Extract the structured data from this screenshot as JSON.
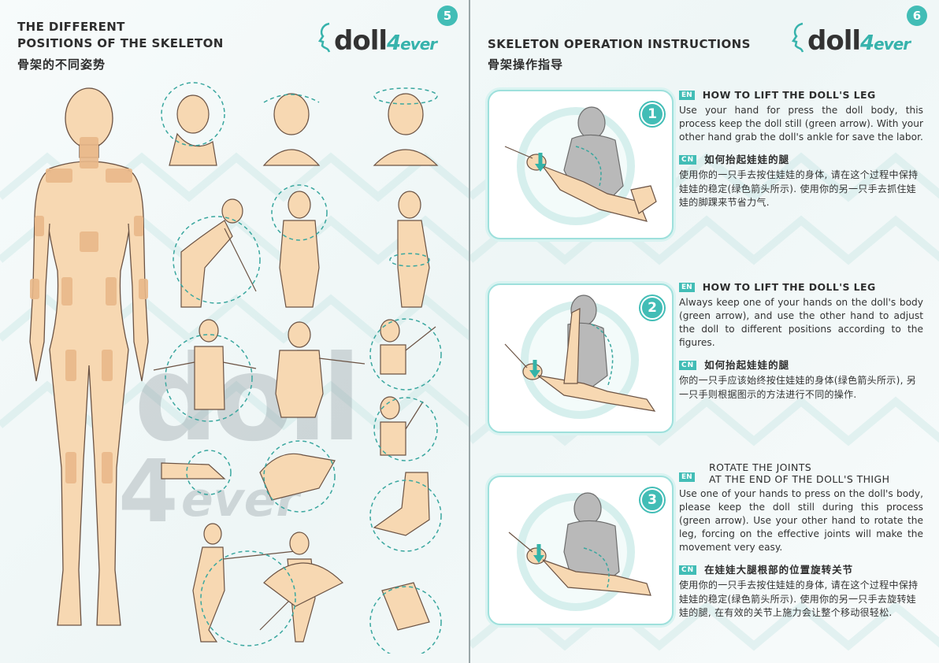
{
  "colors": {
    "accent": "#42bdb6",
    "skin": "#f7d8b2",
    "skin_stroke": "#6b5344",
    "tape": "#e9b889",
    "dash": "#3aa79f"
  },
  "left": {
    "title_line1": "THE DIFFERENT",
    "title_line2": "POSITIONS OF THE SKELETON",
    "title_cn": "骨架的不同姿势",
    "page_number": "5",
    "logo": {
      "main": "doll",
      "four": "4",
      "ever": "ever"
    },
    "watermark": {
      "doll": "doll",
      "four": "4",
      "ever": "ever"
    }
  },
  "right": {
    "title": "SKELETON OPERATION INSTRUCTIONS",
    "title_cn": "骨架操作指导",
    "page_number": "6",
    "logo": {
      "main": "doll",
      "four": "4",
      "ever": "ever"
    },
    "sections": [
      {
        "number": "1",
        "en_tag": "EN",
        "en_heading": "HOW TO LIFT THE DOLL'S LEG",
        "en_heading2": "",
        "en_body": "Use your hand for press the doll body, this process keep the doll still (green arrow). With your other hand grab the doll's ankle for save the labor.",
        "cn_tag": "CN",
        "cn_heading": "如何抬起娃娃的腿",
        "cn_body": "使用你的一只手去按住娃娃的身体, 请在这个过程中保持娃娃的稳定(绿色箭头所示). 使用你的另一只手去抓住娃娃的脚踝来节省力气."
      },
      {
        "number": "2",
        "en_tag": "EN",
        "en_heading": "HOW TO LIFT THE DOLL'S LEG",
        "en_heading2": "",
        "en_body": "Always keep one of your hands on the doll's body (green arrow), and use the other hand to adjust the doll to different positions according to the figures.",
        "cn_tag": "CN",
        "cn_heading": "如何抬起娃娃的腿",
        "cn_body": "你的一只手应该始终按住娃娃的身体(绿色箭头所示), 另一只手则根据图示的方法进行不同的操作."
      },
      {
        "number": "3",
        "en_tag": "EN",
        "en_heading": "ROTATE THE JOINTS",
        "en_heading2": "AT THE END OF THE DOLL'S THIGH",
        "en_body": "Use one of your hands to press on the doll's body, please keep the doll still during this process (green arrow). Use your other hand to rotate the leg, forcing on the effective joints will make the movement very easy.",
        "cn_tag": "CN",
        "cn_heading": "在娃娃大腿根部的位置旋转关节",
        "cn_body": "使用你的一只手去按住娃娃的身体, 请在这个过程中保持娃娃的稳定(绿色箭头所示). 使用你的另一只手去旋转娃娃的腿, 在有效的关节上施力会让整个移动很轻松."
      }
    ]
  }
}
